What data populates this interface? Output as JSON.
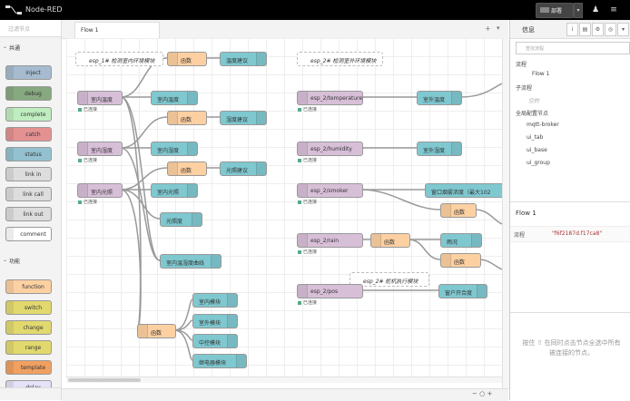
{
  "header": {
    "app_title": "Node-RED",
    "deploy_label": "部署"
  },
  "palette": {
    "search_placeholder": "过滤节点",
    "categories": [
      {
        "label": "共通"
      },
      {
        "label": "功能"
      }
    ],
    "common_nodes": [
      {
        "label": "inject",
        "color": "#a6bbcf"
      },
      {
        "label": "debug",
        "color": "#87a980"
      },
      {
        "label": "complete",
        "color": "#c0edc0"
      },
      {
        "label": "catch",
        "color": "#e49191"
      },
      {
        "label": "status",
        "color": "#94c1d0"
      },
      {
        "label": "link in",
        "color": "#dddddd"
      },
      {
        "label": "link call",
        "color": "#dddddd"
      },
      {
        "label": "link out",
        "color": "#dddddd"
      },
      {
        "label": "comment",
        "color": "#ffffff"
      }
    ],
    "function_nodes": [
      {
        "label": "function",
        "color": "#fdd0a2"
      },
      {
        "label": "switch",
        "color": "#e2d96e"
      },
      {
        "label": "change",
        "color": "#e2d96e"
      },
      {
        "label": "range",
        "color": "#e2d96e"
      },
      {
        "label": "template",
        "color": "#f0a060"
      },
      {
        "label": "delay",
        "color": "#e6e0f8"
      }
    ]
  },
  "workspace": {
    "tab_label": "Flow 1",
    "add": "+",
    "menu": "▾",
    "zoom": "− ○ +"
  },
  "flow": {
    "comments": [
      {
        "label": "esp_1# 检测室内环境模块"
      },
      {
        "label": "esp_2# 检测室外环境模块"
      },
      {
        "label": "esp_2# 舵机执行模块"
      }
    ],
    "nodes": [
      {
        "label": "室内温度",
        "status": "已连接"
      },
      {
        "label": "室内湿度",
        "status": "已连接"
      },
      {
        "label": "室内光照",
        "status": "已连接"
      },
      {
        "label": "函数"
      },
      {
        "label": "温度建议"
      },
      {
        "label": "室内温度"
      },
      {
        "label": "函数"
      },
      {
        "label": "湿度建议"
      },
      {
        "label": "室内湿度"
      },
      {
        "label": "函数"
      },
      {
        "label": "光照建议"
      },
      {
        "label": "室内光照"
      },
      {
        "label": "光照度"
      },
      {
        "label": "室内温湿度曲线"
      },
      {
        "label": "函数"
      },
      {
        "label": "室内模块"
      },
      {
        "label": "室外模块"
      },
      {
        "label": "中控模块"
      },
      {
        "label": "继电器模块"
      },
      {
        "label": "esp_2/temperature",
        "status": "已连接"
      },
      {
        "label": "室外温度"
      },
      {
        "label": "esp_2/humidity",
        "status": "已连接"
      },
      {
        "label": "室外湿度"
      },
      {
        "label": "esp_2/smoker",
        "status": "已连接"
      },
      {
        "label": "窗口烟雾浓度（最大102"
      },
      {
        "label": "函数"
      },
      {
        "label": "esp_2/rain",
        "status": "已连接"
      },
      {
        "label": "函数"
      },
      {
        "label": "雨况"
      },
      {
        "label": "函数"
      },
      {
        "label": "esp_2/pos",
        "status": "已连接"
      },
      {
        "label": "窗户开合度"
      }
    ]
  },
  "sidebar": {
    "title": "信息",
    "tab_icons": [
      "i",
      "▤",
      "⚙",
      "◎",
      "▾"
    ],
    "search_placeholder": "查找流程",
    "tree": [
      {
        "label": "流程"
      },
      {
        "label": "Flow 1"
      },
      {
        "label": "子流程"
      },
      {
        "label": "空的"
      },
      {
        "label": "全局配置节点"
      },
      {
        "label": "mqtt-broker"
      },
      {
        "label": "ui_tab"
      },
      {
        "label": "ui_base"
      },
      {
        "label": "ui_group"
      }
    ],
    "info": {
      "title": "Flow 1",
      "key": "流程",
      "value": "\"f6f2187d.f17ca8\""
    },
    "help": "按住 ⇧ 在同时点击节点全选中所有被连接的节点。"
  }
}
